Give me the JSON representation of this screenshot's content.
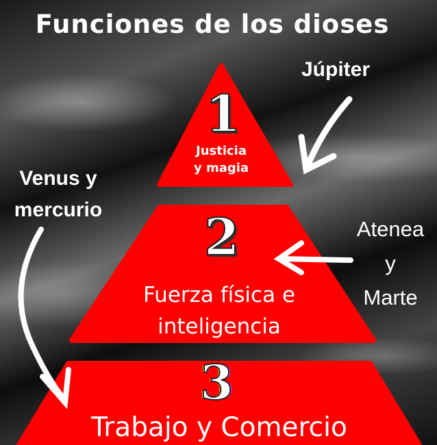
{
  "title": "Funciones de los dioses",
  "colors": {
    "tier": "#ff0000",
    "text": "#ffffff"
  },
  "tiers": [
    {
      "number": "1",
      "function": "Justicia y magia",
      "line1": "Justicia",
      "line2": "y magia"
    },
    {
      "number": "2",
      "function": "Fuerza física e inteligencia",
      "line1": "Fuerza física e",
      "line2": "inteligencia"
    },
    {
      "number": "3",
      "function": "Trabajo y Comercio"
    }
  ],
  "gods": {
    "tier1": "Júpiter",
    "tier2": {
      "line1": "Atenea",
      "line2": "y",
      "line3": "Marte"
    },
    "tier3": {
      "line1": "Venus y",
      "line2": "mercurio"
    }
  }
}
